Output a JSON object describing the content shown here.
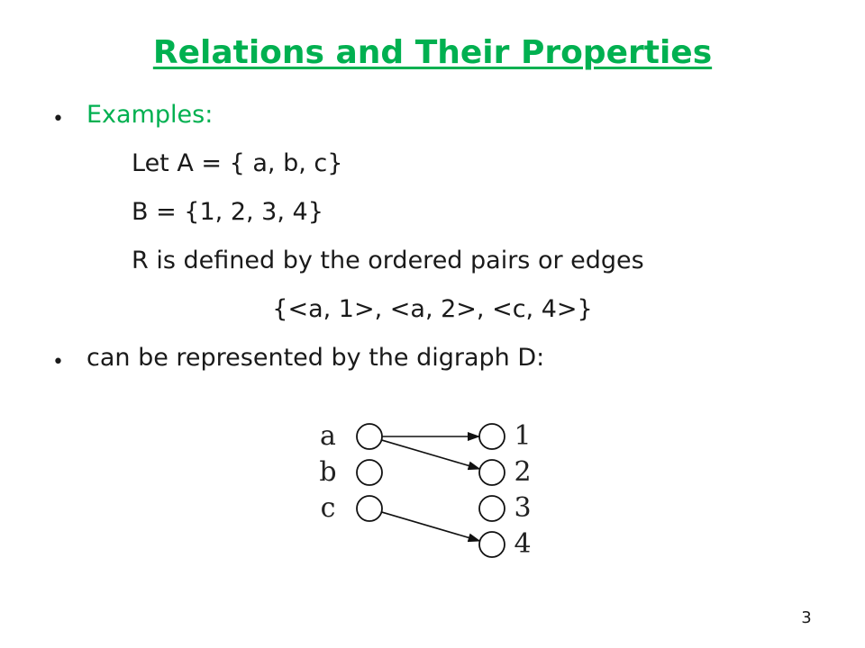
{
  "slide": {
    "title": "Relations and Their Properties",
    "number": "3"
  },
  "colors": {
    "title": "#00b050",
    "examples": "#00b050",
    "text": "#1a1a1a"
  },
  "content": {
    "bullet_glyph": "•",
    "examples_label": "Examples:",
    "set_a": "Let A = { a, b, c}",
    "set_b": "B = {1, 2, 3, 4}",
    "relation_desc": "R is defined by the ordered pairs or edges",
    "pairs": "{<a, 1>, <a, 2>, <c, 4>}",
    "digraph_text": "can be represented by the digraph D:"
  },
  "digraph": {
    "left_nodes": [
      "a",
      "b",
      "c"
    ],
    "right_nodes": [
      "1",
      "2",
      "3",
      "4"
    ],
    "edges": [
      [
        "a",
        "1"
      ],
      [
        "a",
        "2"
      ],
      [
        "c",
        "4"
      ]
    ]
  }
}
